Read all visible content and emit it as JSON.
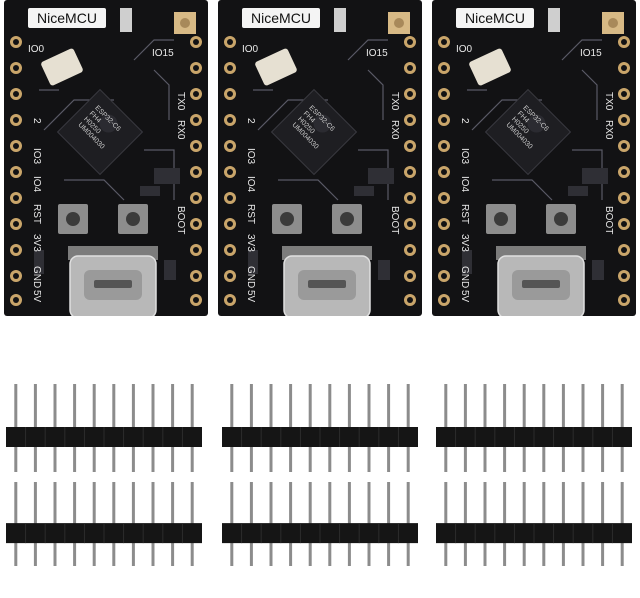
{
  "boards": [
    {
      "brand": "NiceMCU",
      "pins_left": [
        "IO0",
        "2",
        "IO3",
        "IO4",
        "RST",
        "3V3",
        "GND",
        "5V"
      ],
      "pins_right": [
        "IO15",
        "TX0",
        "RX0",
        "BOOT"
      ],
      "chip_lines": [
        "ESP32-C6",
        "FH4",
        "H0250",
        "UM004030"
      ]
    },
    {
      "brand": "NiceMCU",
      "pins_left": [
        "IO0",
        "2",
        "IO3",
        "IO4",
        "RST",
        "3V3",
        "GND",
        "5V"
      ],
      "pins_right": [
        "IO15",
        "TX0",
        "RX0",
        "BOOT"
      ],
      "chip_lines": [
        "ESP32-C6",
        "FH4",
        "H0250",
        "UM004030"
      ]
    },
    {
      "brand": "NiceMCU",
      "pins_left": [
        "IO0",
        "2",
        "IO3",
        "IO4",
        "RST",
        "3V3",
        "GND",
        "5V"
      ],
      "pins_right": [
        "IO15",
        "TX0",
        "RX0",
        "BOOT"
      ],
      "chip_lines": [
        "ESP32-C6",
        "FH4",
        "H0250",
        "UM004030"
      ]
    }
  ],
  "header_strips": {
    "count": 6,
    "pins_per_strip": 10
  },
  "colors": {
    "pcb": "#121214",
    "gold_pad": "#c9a56a",
    "silkscreen": "#e8e8e8",
    "usb_metal": "#b8b8b8",
    "header_plastic": "#151515",
    "header_pin": "#8c8c8c"
  }
}
